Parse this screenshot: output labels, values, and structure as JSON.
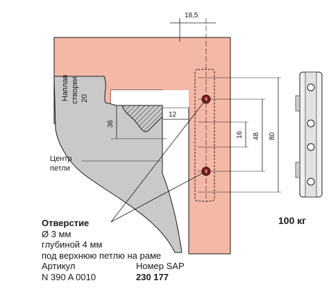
{
  "labels": {
    "overlay": [
      "Наплав",
      "створки",
      "20"
    ],
    "hinge_center": [
      "Центр",
      "петли"
    ]
  },
  "dimensions": {
    "offset_top": "18,5",
    "depth": "36",
    "gap": "12",
    "spacing_small": "16",
    "spacing_mid": "48",
    "spacing_total": "80"
  },
  "note": {
    "title": "Отверстие",
    "line1": "Ø 3 мм",
    "line2": "глубиной 4 мм",
    "line3": "под верхнюю петлю на раме",
    "article_label": "Артикул",
    "sap_label": "Номер SAP",
    "article_value": "N 390 A 0010",
    "sap_value": "230 177"
  },
  "load": "100 кг",
  "colors": {
    "frame": "#f4b8a6",
    "sash": "#c9c9c9",
    "line": "#1a1a1a",
    "hole": "#8b1a1a"
  }
}
